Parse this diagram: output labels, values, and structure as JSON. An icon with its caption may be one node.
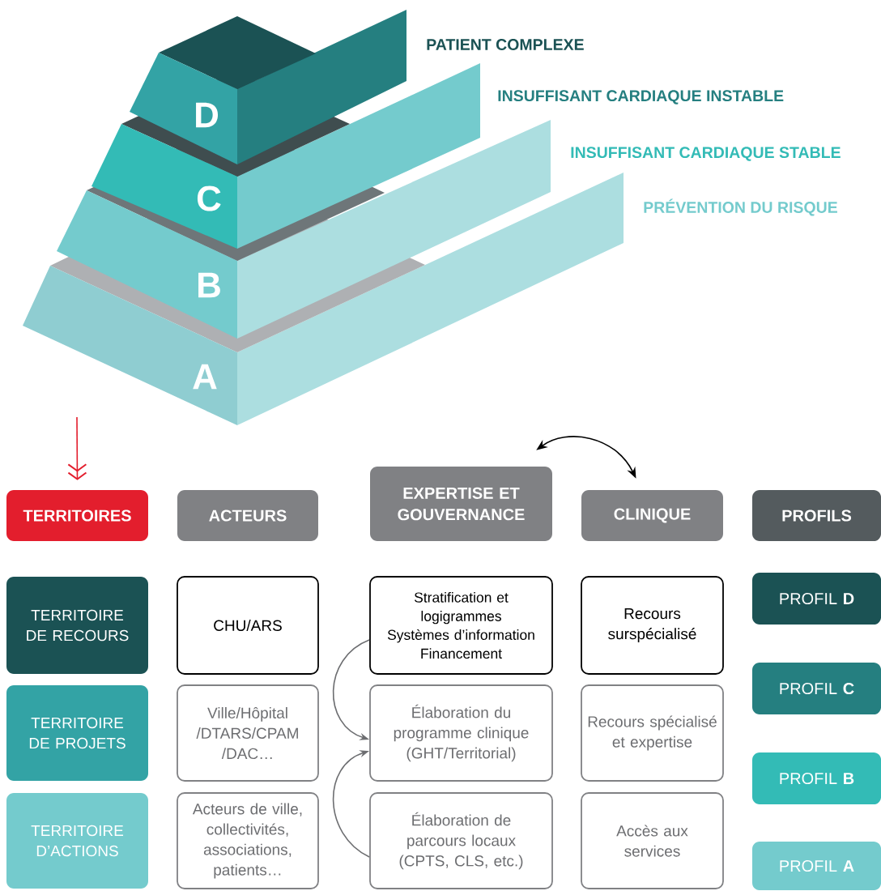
{
  "diagram": {
    "nodes": [
      {
        "text": [
          "D"
        ],
        "beside": [
          "PATIENT COMPLEXE"
        ]
      },
      {
        "text": [
          "C"
        ],
        "beside": [
          "INSUFFISANT CARDIAQUE INSTABLE"
        ]
      },
      {
        "text": [
          "B"
        ],
        "beside": [
          "INSUFFISANT CARDIAQUE STABLE"
        ]
      },
      {
        "text": [
          "A"
        ],
        "beside": [
          "PRÉVENTION DU RISQUE"
        ]
      },
      {
        "text": [
          "TERRITOIRES"
        ]
      },
      {
        "text": [
          "ACTEURS"
        ]
      },
      {
        "text": [
          "EXPERTISE ET GOUVERNANCE"
        ]
      },
      {
        "text": [
          "CLINIQUE"
        ]
      },
      {
        "text": [
          "PROFILS"
        ]
      },
      {
        "text": [
          "TERRITOIRE DE RECOURS"
        ]
      },
      {
        "text": [
          "CHU/ARS"
        ]
      },
      {
        "text": [
          "Stratification et logigrammes",
          "Systèmes d’information",
          "Financement"
        ]
      },
      {
        "text": [
          "Recours surspécialisé"
        ]
      },
      {
        "text": [
          "PROFIL **D**"
        ]
      },
      {
        "text": [
          "TERRITOIRE DE PROJETS"
        ]
      },
      {
        "text": [
          "Ville/Hôpital /DTARS/CPAM /DAC…"
        ]
      },
      {
        "text": [
          "Élaboration du programme clinique (GHT/Territorial)"
        ]
      },
      {
        "text": [
          "Recours spécialisé et expertise"
        ]
      },
      {
        "text": [
          "PROFIL **C**"
        ]
      },
      {
        "text": [
          "TERRITOIRE D’ACTIONS"
        ]
      },
      {
        "text": [
          "Acteurs de ville, collectivités, associations, patients…"
        ]
      },
      {
        "text": [
          "Élaboration de parcours locaux (CPTS, CLS, etc.)"
        ]
      },
      {
        "text": [
          "Accès aux services"
        ]
      },
      {
        "text": [
          "PROFIL **B**"
        ]
      },
      {
        "text": [
          "PROFIL **A**"
        ]
      }
    ],
    "edges": [
      {
        "from": 3,
        "to": 4,
        "arrow": "to",
        "color": "#e31e2d"
      },
      {
        "from": 6,
        "to": 7,
        "arrow": "both",
        "color": "#000000"
      },
      {
        "from": 11,
        "to": 16,
        "arrow": "to",
        "color": "#6d6e71"
      },
      {
        "from": 21,
        "to": 16,
        "arrow": "to",
        "color": "#6d6e71"
      }
    ]
  }
}
